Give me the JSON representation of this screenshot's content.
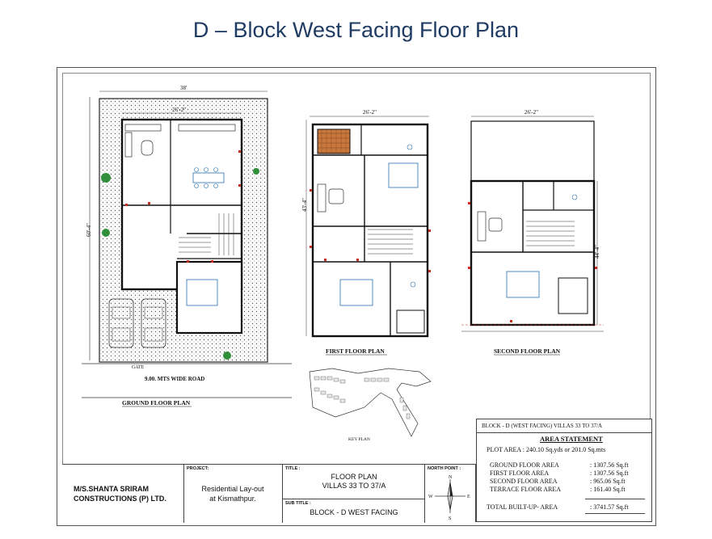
{
  "slide": {
    "title": "D – Block West Facing Floor Plan"
  },
  "plans": {
    "ground": {
      "caption": "GROUND FLOOR PLAN",
      "road": "9.00. MTS WIDE ROAD",
      "gate": "GATE",
      "dim_top": "38'",
      "dim_inner": "26'-2\"",
      "dim_side": "60'-4\""
    },
    "first": {
      "caption": "FIRST FLOOR PLAN",
      "dim_top": "26'-2\"",
      "dim_side": "43'-4\""
    },
    "second": {
      "caption": "SECOND FLOOR PLAN",
      "dim_top": "26'-2\"",
      "dim_side": "44'-4\""
    },
    "key_plan": {
      "caption": "KEY PLAN"
    }
  },
  "area_statement": {
    "block_title": "BLOCK - D (WEST FACING) VILLAS 33 TO 37/A",
    "heading": "AREA STATEMENT",
    "plot_area": "PLOT AREA : 240.10 Sq.yds or 201.0 Sq.mts",
    "rows": [
      {
        "label": "GROUND FLOOR AREA",
        "value": ": 1307.56 Sq.ft"
      },
      {
        "label": "FIRST FLOOR AREA",
        "value": ": 1307.56 Sq.ft"
      },
      {
        "label": "SECOND FLOOR AREA",
        "value": ": 965.06 Sq.ft"
      },
      {
        "label": "TERRACE FLOOR AREA",
        "value": ": 161.40 Sq.ft"
      }
    ],
    "total_label": "TOTAL BUILT-UP- AREA",
    "total_value": ": 3741.57 Sq.ft"
  },
  "title_block": {
    "company_line1": "M/S.SHANTA SRIRAM",
    "company_line2": "CONSTRUCTIONS (P) LTD.",
    "project_label": "PROJECT:",
    "project_line1": "Residential Lay-out",
    "project_line2": "at Kismathpur.",
    "title_label": "TITLE :",
    "title_line1": "FLOOR PLAN",
    "title_line2": "VILLAS  33 TO 37/A",
    "subtitle_label": "SUB TITLE :",
    "subtitle": "BLOCK - D  WEST FACING",
    "north_label": "NORTH POINT :",
    "compass": {
      "n": "N",
      "s": "S",
      "e": "E",
      "w": "W"
    }
  },
  "colors": {
    "title": "#1f3b63",
    "dim_red": "#cc2a1a",
    "hatch": "#b5602b",
    "greenery": "#2f8f3a"
  }
}
